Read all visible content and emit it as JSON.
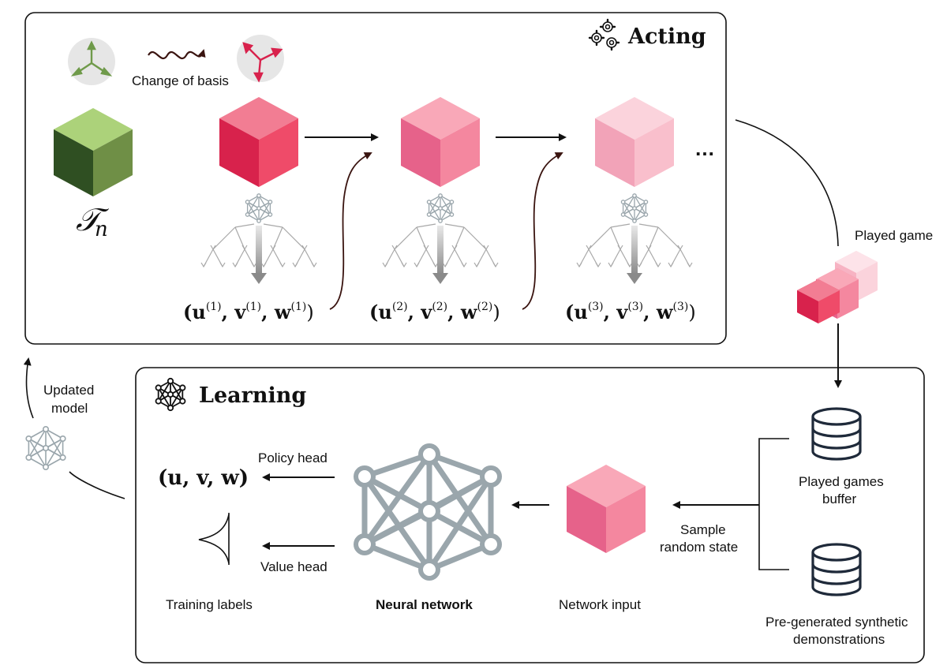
{
  "acting": {
    "title": "Acting",
    "change_of_basis_label": "Change of basis",
    "tensor_symbol": "𝒯",
    "tensor_subscript": "n",
    "actions": [
      {
        "prefix": "(u",
        "i1": "(1)",
        "v": ", v",
        "i2": "(1)",
        "w": ", w",
        "i3": "(1)",
        "suffix": ")"
      },
      {
        "prefix": "(u",
        "i1": "(2)",
        "v": ", v",
        "i2": "(2)",
        "w": ", w",
        "i3": "(2)",
        "suffix": ")"
      },
      {
        "prefix": "(u",
        "i1": "(3)",
        "v": ", v",
        "i2": "(3)",
        "w": ", w",
        "i3": "(3)",
        "suffix": ")"
      }
    ],
    "ellipsis": "…",
    "cube_colors": {
      "cube1": {
        "top": "#f27d93",
        "left": "#d8224c",
        "right": "#ef4b69"
      },
      "cube2": {
        "top": "#f9a8b8",
        "left": "#e6628a",
        "right": "#f4879f"
      },
      "cube3": {
        "top": "#fbd3dc",
        "left": "#f2a3b8",
        "right": "#f9bfcc"
      },
      "green": {
        "top": "#acd27a",
        "left": "#2f4f22",
        "right": "#6f8f46"
      }
    }
  },
  "played_game_label": "Played game",
  "updated_model_label_line1": "Updated",
  "updated_model_label_line2": "model",
  "learning": {
    "title": "Learning",
    "policy_head_label": "Policy head",
    "value_head_label": "Value head",
    "policy_output": "(u, v, w)",
    "training_labels": "Training labels",
    "neural_network": "Neural network",
    "network_input": "Network input",
    "sample_line1": "Sample",
    "sample_line2": "random state",
    "buffer_line1": "Played games",
    "buffer_line2": "buffer",
    "synthetic_line1": "Pre-generated synthetic",
    "synthetic_line2": "demonstrations"
  },
  "colors": {
    "network_gray": "#9aa6ac",
    "database_navy": "#1f2a3a",
    "curve_brown": "#3a1410"
  }
}
